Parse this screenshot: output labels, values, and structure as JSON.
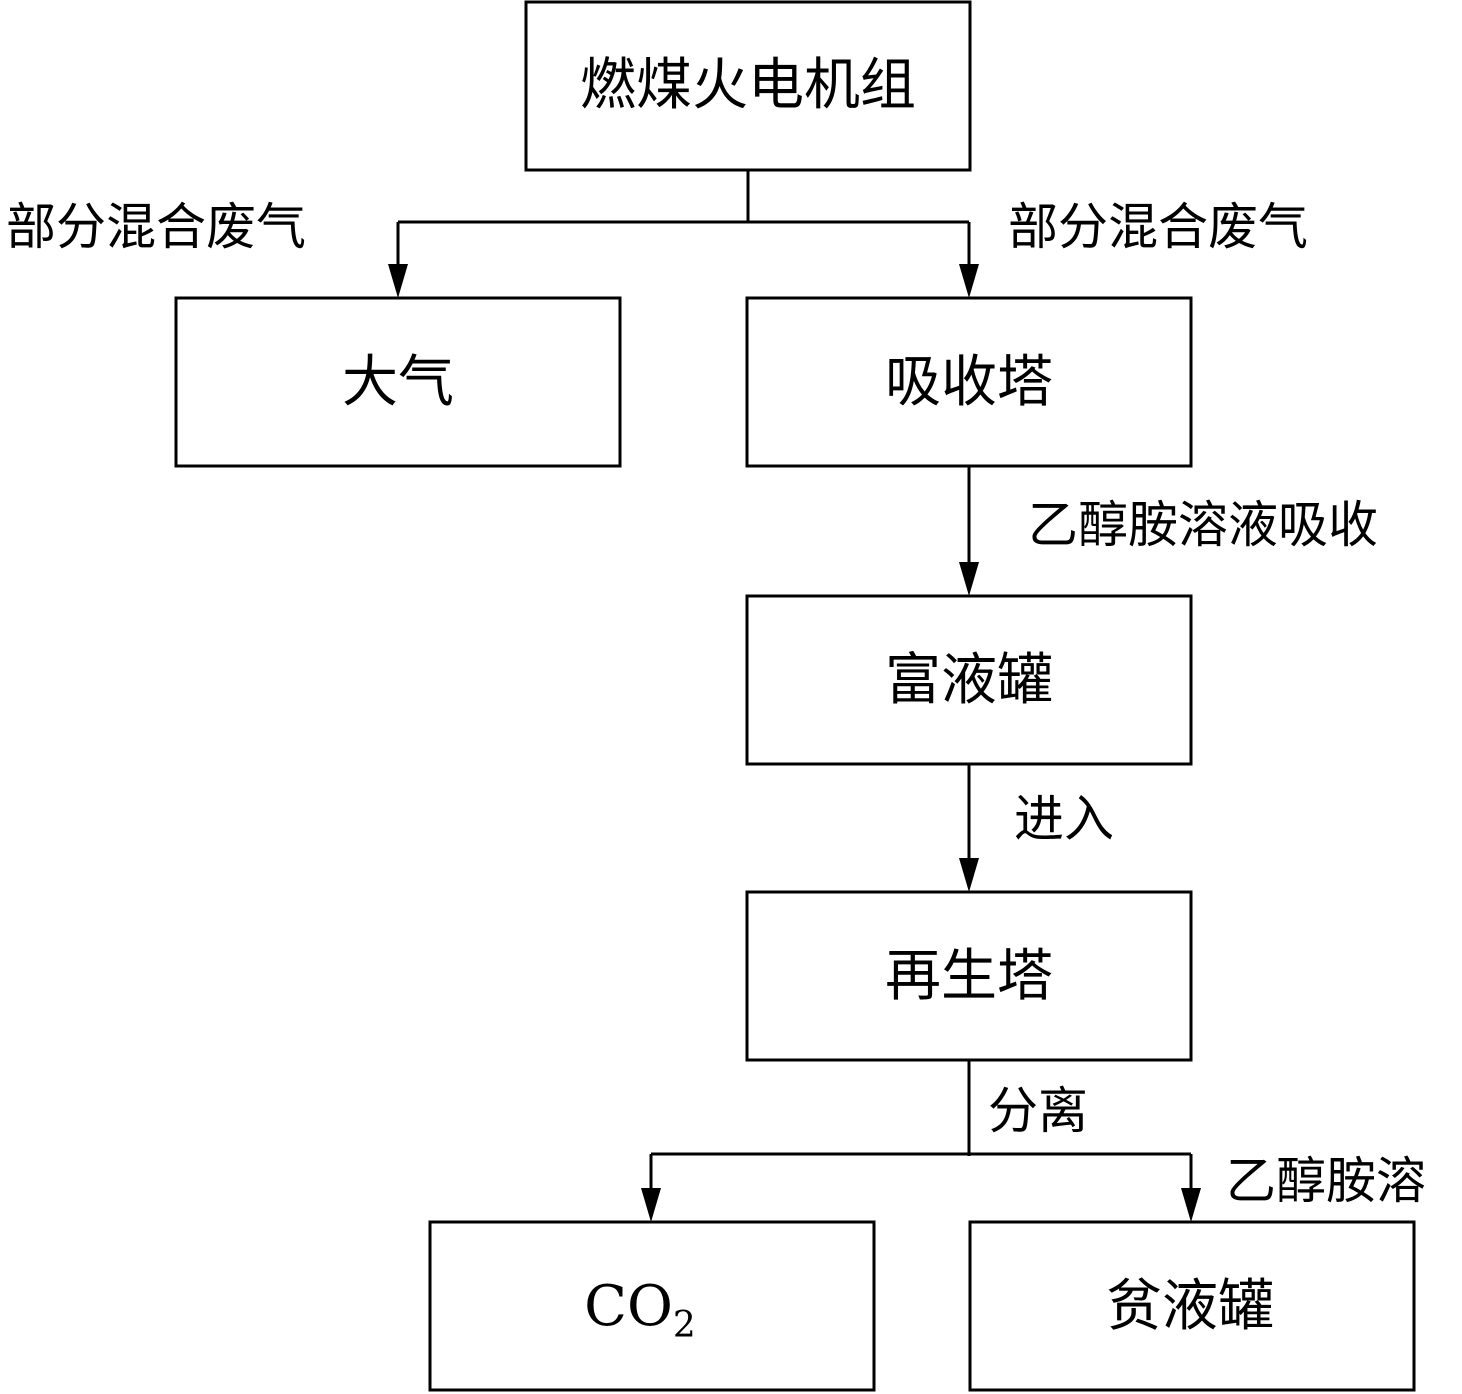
{
  "nodes": {
    "power_unit": "燃煤火电机组",
    "atmosphere": "大气",
    "absorption_tower": "吸收塔",
    "rich_tank": "富液罐",
    "regen_tower": "再生塔",
    "co2_main": "CO",
    "co2_sub": "2",
    "lean_tank": "贫液罐"
  },
  "edges": {
    "left_branch": "部分混合废气",
    "right_branch": "部分混合废气",
    "absorb": "乙醇胺溶液吸收",
    "enter": "进入",
    "separate": "分离",
    "to_lean": "乙醇胺溶"
  }
}
